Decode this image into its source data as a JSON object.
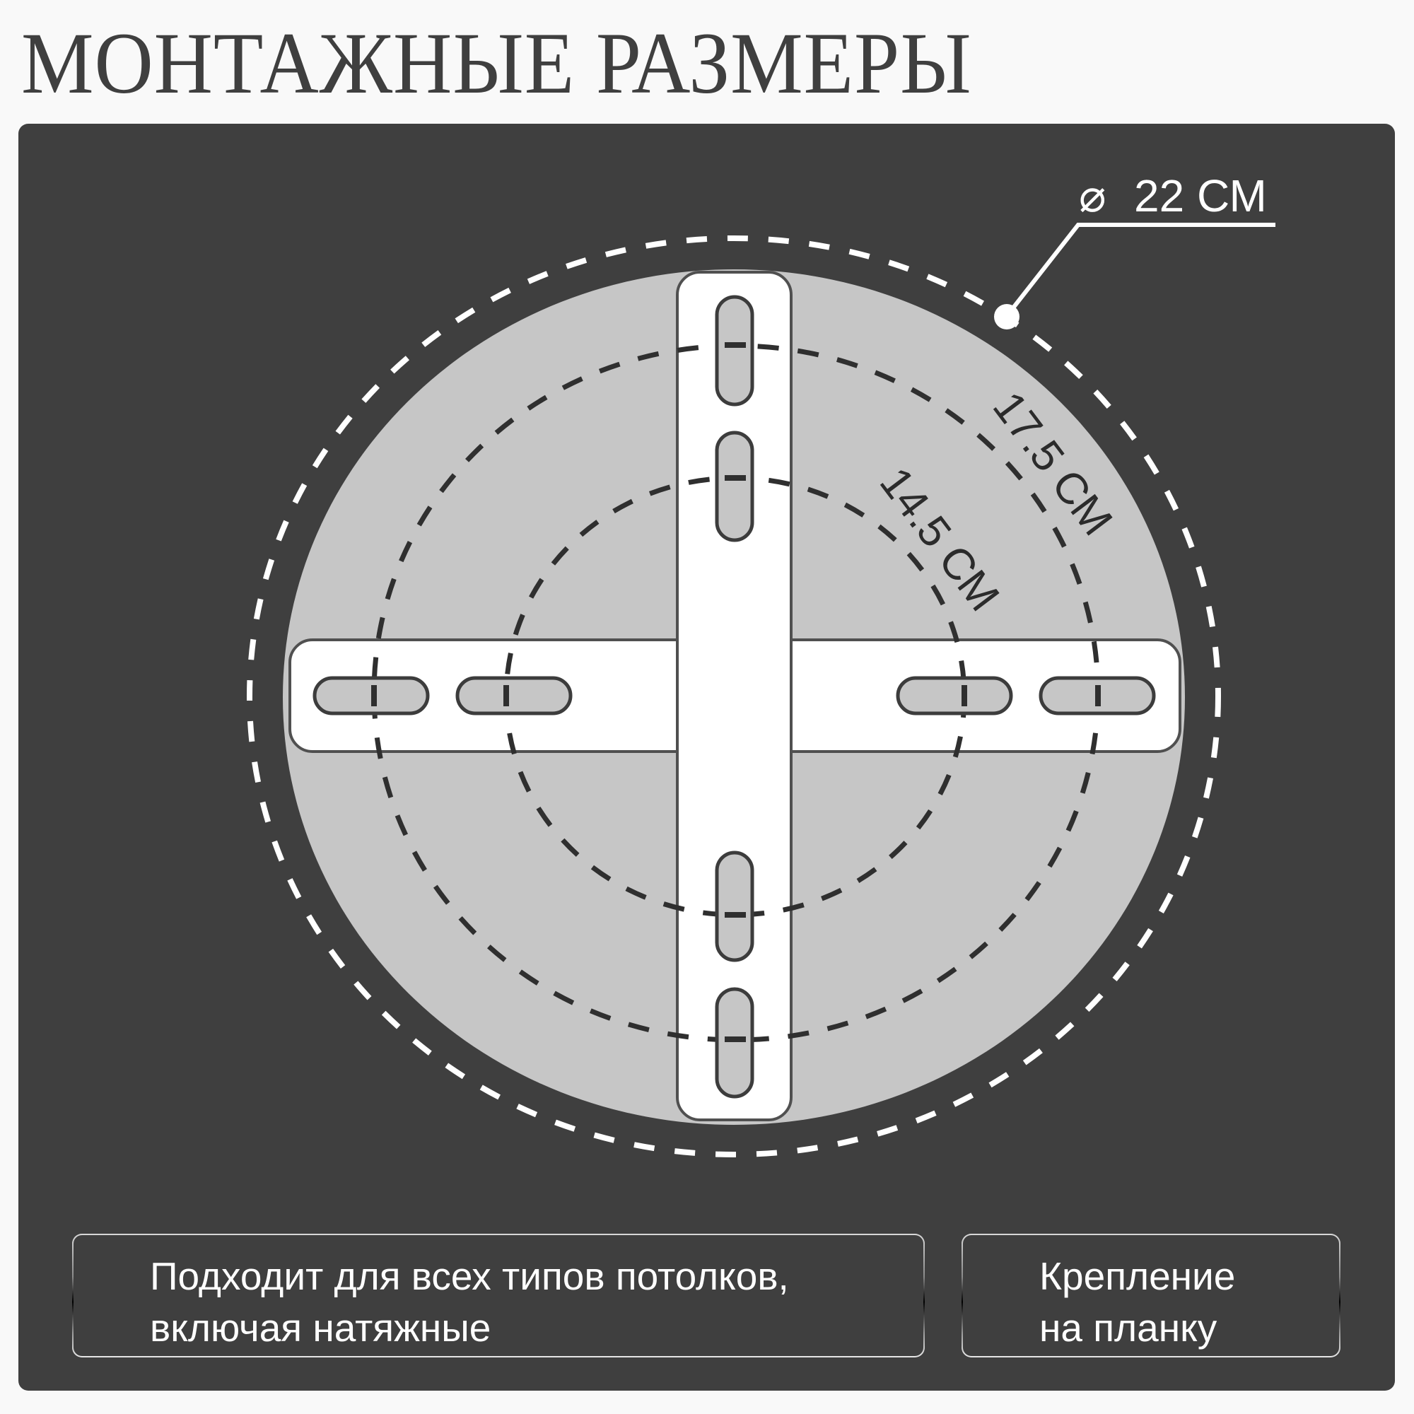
{
  "title": "МОНТАЖНЫЕ РАЗМЕРЫ",
  "diagram": {
    "outer_diameter": {
      "symbol": "⌀",
      "label": "22 СМ"
    },
    "ring_outer_mounting": {
      "label": "17.5 СМ"
    },
    "ring_inner_mounting": {
      "label": "14.5 СМ"
    },
    "bracket": {
      "type": "cross-plate",
      "slots_per_arm": 2
    }
  },
  "cards": [
    {
      "line1": "Подходит для всех типов потолков,",
      "line2": "включая натяжные"
    },
    {
      "line1": "Крепление",
      "line2": "на  планку"
    }
  ],
  "colors": {
    "page_bg": "#f9f9f9",
    "panel_bg": "#3f3f3f",
    "disc": "#c6c6c6",
    "bracket": "#ffffff",
    "outline": "#4a4a4a",
    "dash_dark": "#2f2f2f",
    "dash_light": "#ffffff",
    "title": "#3f3f3f"
  }
}
